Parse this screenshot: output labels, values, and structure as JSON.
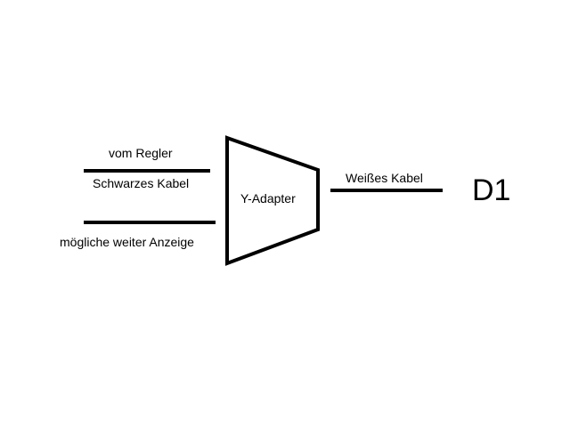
{
  "labels": {
    "from_regulator": "vom Regler",
    "black_cable": "Schwarzes Kabel",
    "possible_display": "mögliche weiter Anzeige",
    "adapter": "Y-Adapter",
    "white_cable": "Weißes Kabel",
    "destination": "D1"
  },
  "colors": {
    "stroke": "#000000",
    "background": "#ffffff"
  }
}
